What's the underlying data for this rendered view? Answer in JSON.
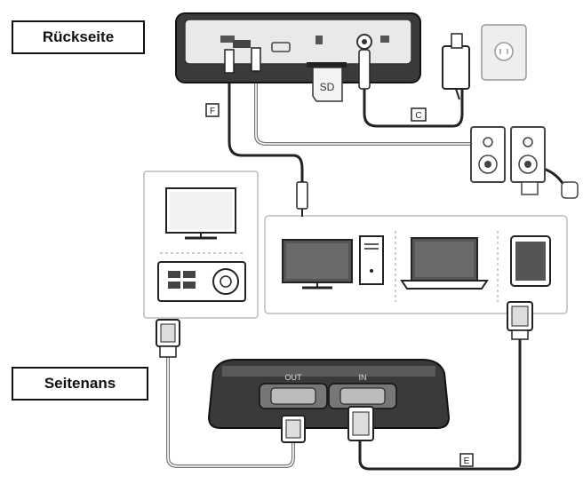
{
  "labels": {
    "rear_view": "Rückseite",
    "side_view": "Seitenans"
  },
  "markers": {
    "f": "F",
    "c": "C",
    "e": "E"
  },
  "device_text": {
    "sd_card": "SD",
    "port_out": "OUT",
    "port_in": "IN"
  },
  "colors": {
    "line": "#222222",
    "device_fill": "#3a3a3a",
    "panel_border": "#bbbbbb",
    "background": "#ffffff"
  }
}
